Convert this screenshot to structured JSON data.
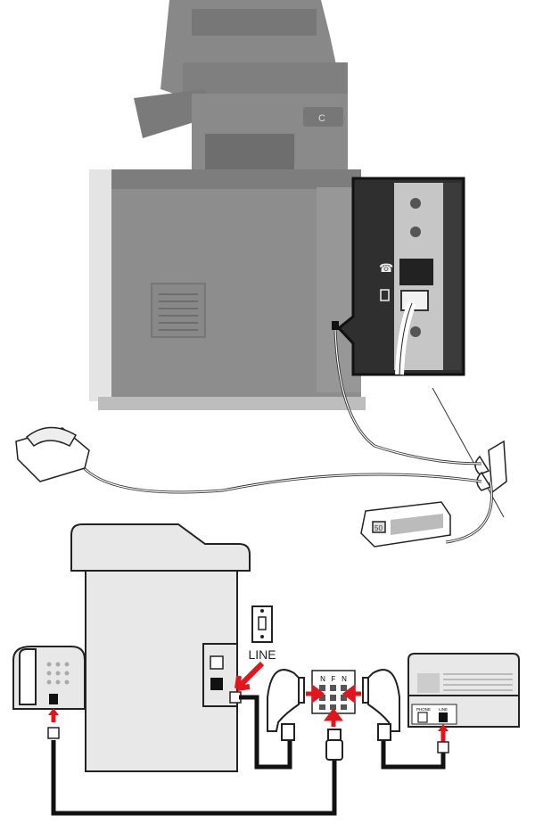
{
  "printer": {
    "button_label": "C"
  },
  "wall_jack": {
    "label": "LINE"
  },
  "splitter": {
    "ports": [
      "N",
      "F",
      "N"
    ]
  },
  "answering_machine": {
    "display": "50",
    "ports": [
      "PHONE",
      "LINE"
    ]
  },
  "colors": {
    "arrow": "#e3141b",
    "printer_gray": "#8d8d8d",
    "cable": "#111111"
  }
}
